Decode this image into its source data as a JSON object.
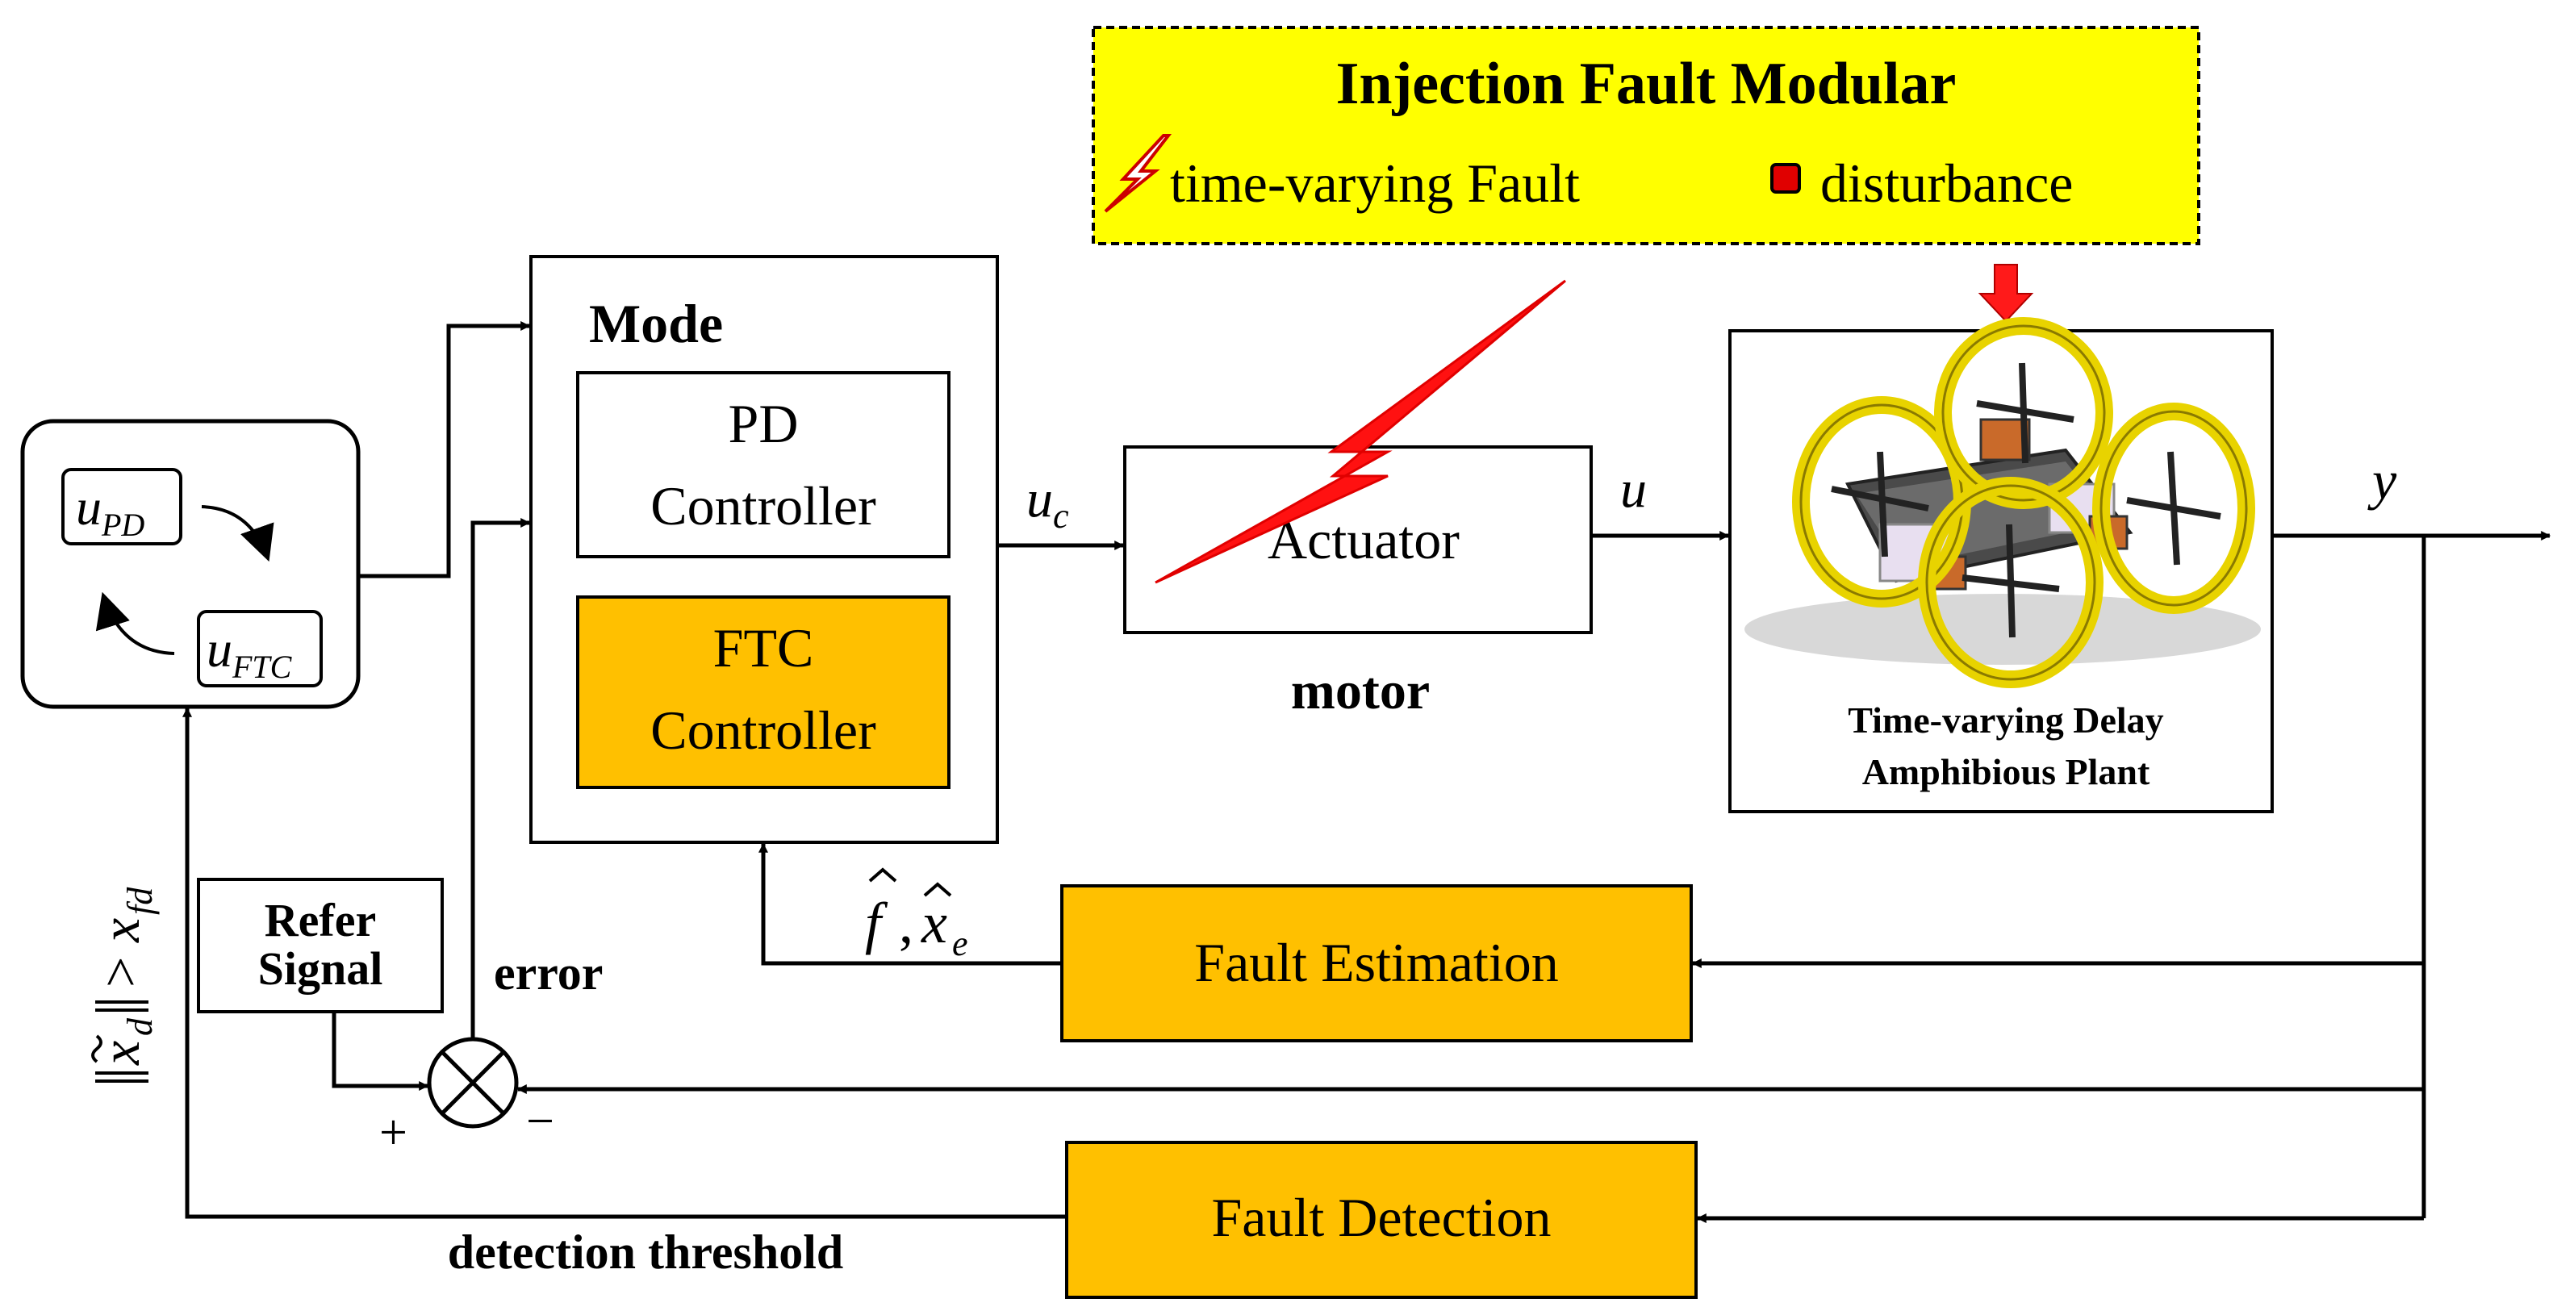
{
  "injection": {
    "title": "Injection Fault Modular",
    "fault_label": "time-varying Fault",
    "disturbance_label": "disturbance"
  },
  "switch": {
    "u_pd_base": "u",
    "u_pd_sub": "PD",
    "u_ftc_base": "u",
    "u_ftc_sub": "FTC"
  },
  "mode": {
    "title": "Mode",
    "pd_line1": "PD",
    "pd_line2": "Controller",
    "ftc_line1": "FTC",
    "ftc_line2": "Controller"
  },
  "signals": {
    "uc_base": "u",
    "uc_sub": "c",
    "u": "u",
    "y": "y",
    "error": "error",
    "plus": "+",
    "minus": "−",
    "estimate_f": "f",
    "estimate_comma": ",",
    "estimate_x": "x",
    "estimate_sub": "e"
  },
  "actuator": {
    "label": "Actuator",
    "caption": "motor"
  },
  "plant": {
    "caption_line1": "Time-varying Delay",
    "caption_line2": "Amphibious Plant"
  },
  "refer": {
    "line1": "Refer",
    "line2": "Signal"
  },
  "estimation": {
    "label": "Fault Estimation"
  },
  "detection": {
    "label": "Fault Detection",
    "caption": "detection threshold"
  },
  "threshold": {
    "x": "x",
    "sub_d": "d",
    "gt": ">",
    "x2": "x",
    "sub_fd": "fd"
  },
  "colors": {
    "yellow_banner": "#FFFF00",
    "orange_block": "#FFC000",
    "fault_red": "#FF1111",
    "arrow_red": "#FF1A1A",
    "wheel_yellow": "#E8D300"
  }
}
